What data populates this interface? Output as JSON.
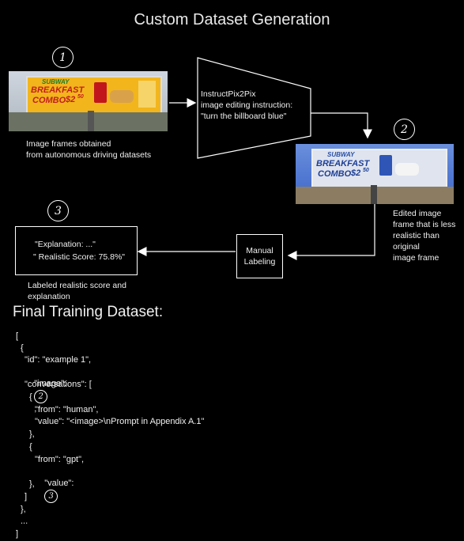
{
  "title": "Custom Dataset Generation",
  "step1": {
    "marker": "1",
    "caption_line1": "Image frames obtained",
    "caption_line2": "from autonomous driving datasets"
  },
  "billboard": {
    "brand": "SUBWAY",
    "line1": "BREAKFAST",
    "line2": "COMBO",
    "price": "$2",
    "price_cents": "50"
  },
  "pix2pix": {
    "line1": "InstructPix2Pix",
    "line2": "image editing instruction:",
    "line3": "\"turn the billboard blue\""
  },
  "step2": {
    "marker": "2",
    "caption_line1": "Edited image",
    "caption_line2": "frame that is less",
    "caption_line3": "realistic than",
    "caption_line4": "original",
    "caption_line5": "image frame"
  },
  "manual": {
    "line1": "Manual",
    "line2": "Labeling"
  },
  "step3": {
    "marker": "3",
    "explanation": "\"Explanation: ...\"",
    "score": "\" Realistic Score: 75.8%\"",
    "caption_line1": "Labeled realistic score and",
    "caption_line2": "explanation"
  },
  "dataset_heading": "Final Training Dataset:",
  "code": {
    "l1": "[",
    "l2": "{",
    "l3": "\"id\": \"example 1\",",
    "l4_prefix": "\"image\":",
    "l4_marker": "2",
    "l4_suffix": ",",
    "l5": "\"conversations\": [",
    "l6": "{",
    "l7": "\"from\": \"human\",",
    "l8": "\"value\": \"<image>\\nPrompt in Appendix A.1\"",
    "l9": "},",
    "l10": "{",
    "l11": "\"from\": \"gpt\",",
    "l12_prefix": "\"value\":",
    "l12_marker": "3",
    "l13": "},",
    "l14": "]",
    "l15": "},",
    "l16": "...",
    "l17": "]"
  },
  "colors": {
    "background": "#000000",
    "billboard_original": "#f2b51c",
    "billboard_edited": "#2f56b6"
  }
}
